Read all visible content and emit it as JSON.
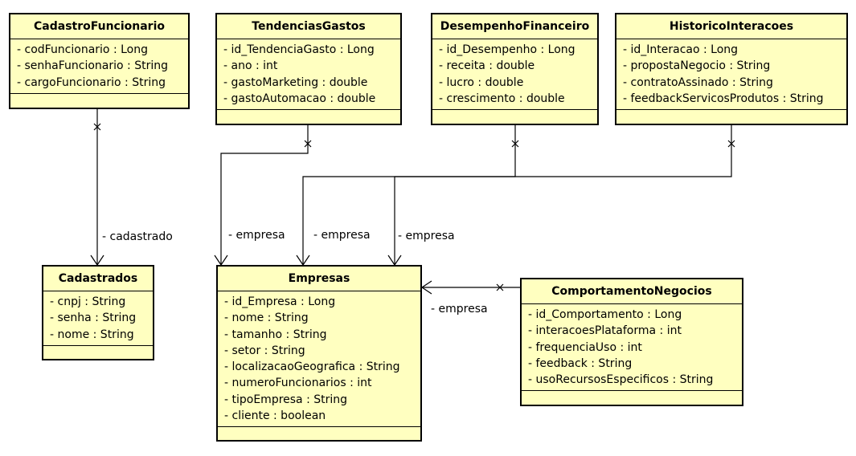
{
  "classes": {
    "cadastro_funcionario": {
      "name": "CadastroFuncionario",
      "attributes": [
        "- codFuncionario : Long",
        "- senhaFuncionario : String",
        "- cargoFuncionario : String"
      ]
    },
    "tendencias_gastos": {
      "name": "TendenciasGastos",
      "attributes": [
        "- id_TendenciaGasto : Long",
        "- ano : int",
        "- gastoMarketing : double",
        "- gastoAutomacao : double"
      ]
    },
    "desempenho_financeiro": {
      "name": "DesempenhoFinanceiro",
      "attributes": [
        "- id_Desempenho : Long",
        "- receita : double",
        "- lucro : double",
        "- crescimento : double"
      ]
    },
    "historico_interacoes": {
      "name": "HistoricoInteracoes",
      "attributes": [
        "- id_Interacao : Long",
        "- propostaNegocio : String",
        "- contratoAssinado : String",
        "- feedbackServicosProdutos : String"
      ]
    },
    "cadastrados": {
      "name": "Cadastrados",
      "attributes": [
        "- cnpj : String",
        "- senha : String",
        "- nome : String"
      ]
    },
    "empresas": {
      "name": "Empresas",
      "attributes": [
        "- id_Empresa : Long",
        "- nome : String",
        "- tamanho : String",
        "- setor : String",
        "- localizacaoGeografica : String",
        "- numeroFuncionarios : int",
        "- tipoEmpresa : String",
        "- cliente : boolean"
      ]
    },
    "comportamento_negocios": {
      "name": "ComportamentoNegocios",
      "attributes": [
        "- id_Comportamento : Long",
        "- interacoesPlataforma : int",
        "- frequenciaUso : int",
        "- feedback : String",
        "- usoRecursosEspecificos : String"
      ]
    }
  },
  "associations": {
    "cadastrado": "- cadastrado",
    "empresa_tendencias": "- empresa",
    "empresa_desempenho": "- empresa",
    "empresa_historico": "- empresa",
    "empresa_comportamento": "- empresa"
  }
}
